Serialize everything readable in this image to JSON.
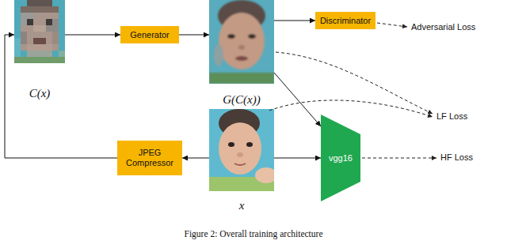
{
  "diagram": {
    "caption": "Figure 2: Overall training architecture",
    "nodes": [
      {
        "text": [
          "C(x)"
        ]
      },
      {
        "text": [
          "Generator"
        ]
      },
      {
        "text": [
          "G(C(x))"
        ]
      },
      {
        "text": [
          "Discriminator"
        ]
      },
      {
        "text": [
          "x"
        ]
      },
      {
        "text": [
          "JPEG Compressor"
        ]
      },
      {
        "text": [
          "vgg16"
        ]
      }
    ],
    "edges": [
      {
        "from": 0,
        "to": 1,
        "arrow": "to"
      },
      {
        "from": 1,
        "to": 2,
        "arrow": "to"
      },
      {
        "from": 2,
        "to": 3,
        "arrow": "to"
      },
      {
        "from": 2,
        "to": 6,
        "arrow": "to"
      },
      {
        "from": 4,
        "to": 6,
        "arrow": "to"
      },
      {
        "from": 4,
        "to": 5,
        "arrow": "to"
      },
      {
        "from": 5,
        "to": 0,
        "arrow": "to"
      }
    ],
    "labels": [
      "Adversarial Loss",
      "LF Loss",
      "HF Loss"
    ]
  }
}
